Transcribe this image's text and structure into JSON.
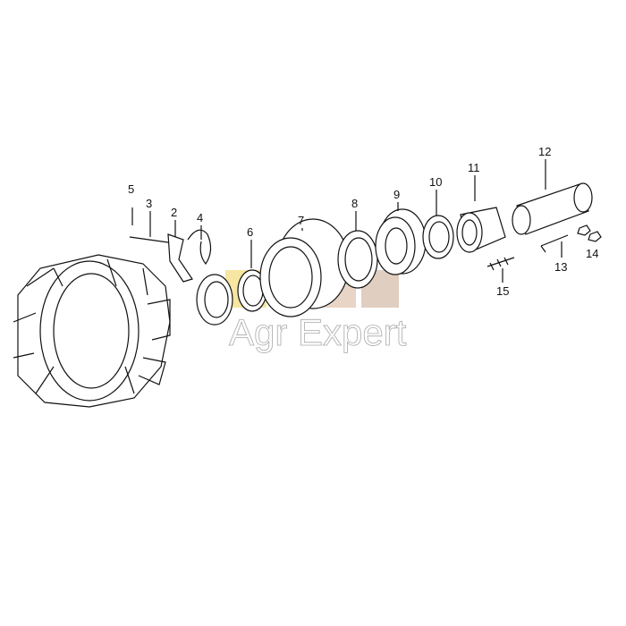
{
  "diagram": {
    "callouts": [
      {
        "id": "5",
        "label": "5"
      },
      {
        "id": "3",
        "label": "3"
      },
      {
        "id": "2",
        "label": "2"
      },
      {
        "id": "4",
        "label": "4"
      },
      {
        "id": "6",
        "label": "6"
      },
      {
        "id": "7",
        "label": "7"
      },
      {
        "id": "8",
        "label": "8"
      },
      {
        "id": "9",
        "label": "9"
      },
      {
        "id": "10",
        "label": "10"
      },
      {
        "id": "11",
        "label": "11"
      },
      {
        "id": "12",
        "label": "12"
      },
      {
        "id": "13",
        "label": "13"
      },
      {
        "id": "14",
        "label": "14"
      },
      {
        "id": "15",
        "label": "15"
      }
    ]
  },
  "watermark": {
    "text": "Agr Expert",
    "tile_colors": [
      "#f5e08a",
      "#c6dd9a",
      "#e2cbb8",
      "#d8c2b0"
    ]
  }
}
